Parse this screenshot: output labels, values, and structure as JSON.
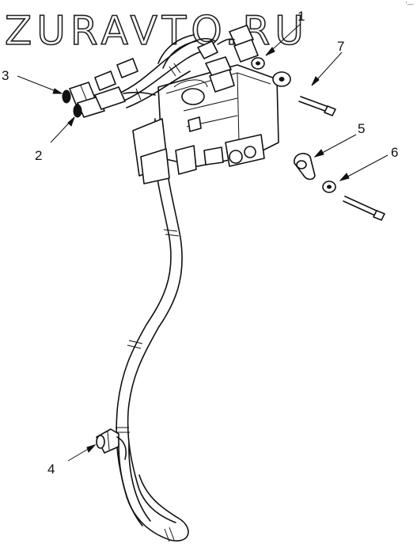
{
  "watermark": {
    "text": "ZURAVTO.RU"
  },
  "corner_mark": {
    "text": "′—"
  },
  "callouts": [
    {
      "id": "1",
      "label": "1"
    },
    {
      "id": "2",
      "label": "2"
    },
    {
      "id": "3",
      "label": "3"
    },
    {
      "id": "4",
      "label": "4"
    },
    {
      "id": "5",
      "label": "5"
    },
    {
      "id": "6",
      "label": "6"
    },
    {
      "id": "7",
      "label": "7"
    }
  ],
  "colors": {
    "line": "#111111",
    "background": "#ffffff"
  }
}
